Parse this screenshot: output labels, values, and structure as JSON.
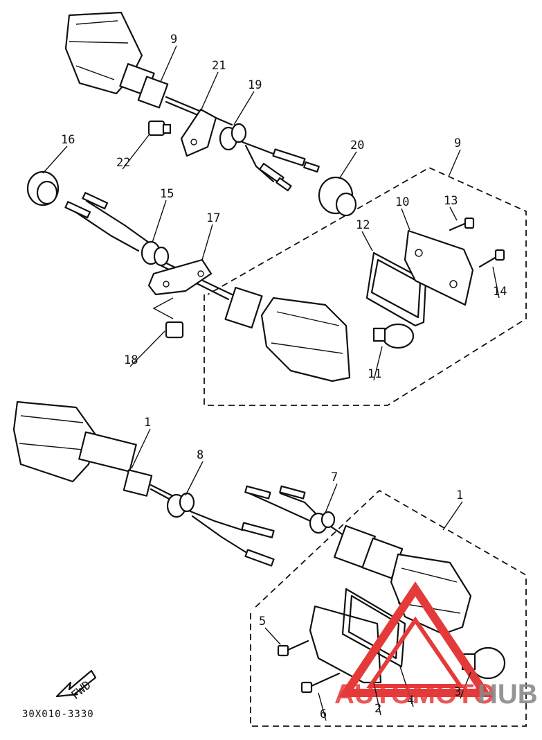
{
  "diagram": {
    "drawing_code": "30X010-3330",
    "fwd_label": "FWD",
    "parts": [
      {
        "key": "p9a",
        "label": "9"
      },
      {
        "key": "p21",
        "label": "21"
      },
      {
        "key": "p19",
        "label": "19"
      },
      {
        "key": "p22",
        "label": "22"
      },
      {
        "key": "p16",
        "label": "16"
      },
      {
        "key": "p20",
        "label": "20"
      },
      {
        "key": "p9b",
        "label": "9"
      },
      {
        "key": "p10",
        "label": "10"
      },
      {
        "key": "p13",
        "label": "13"
      },
      {
        "key": "p12",
        "label": "12"
      },
      {
        "key": "p14",
        "label": "14"
      },
      {
        "key": "p15",
        "label": "15"
      },
      {
        "key": "p17",
        "label": "17"
      },
      {
        "key": "p11",
        "label": "11"
      },
      {
        "key": "p18",
        "label": "18"
      },
      {
        "key": "p1a",
        "label": "1"
      },
      {
        "key": "p8",
        "label": "8"
      },
      {
        "key": "p7",
        "label": "7"
      },
      {
        "key": "p1b",
        "label": "1"
      },
      {
        "key": "p5",
        "label": "5"
      },
      {
        "key": "p6",
        "label": "6"
      },
      {
        "key": "p2",
        "label": "2"
      },
      {
        "key": "p4",
        "label": "4"
      },
      {
        "key": "p3",
        "label": "3"
      }
    ]
  },
  "watermark": {
    "text_left": "AUTOMOTO",
    "text_right": "HUB",
    "color_red": "#e53a3a",
    "color_gray": "#8a8a8a"
  }
}
